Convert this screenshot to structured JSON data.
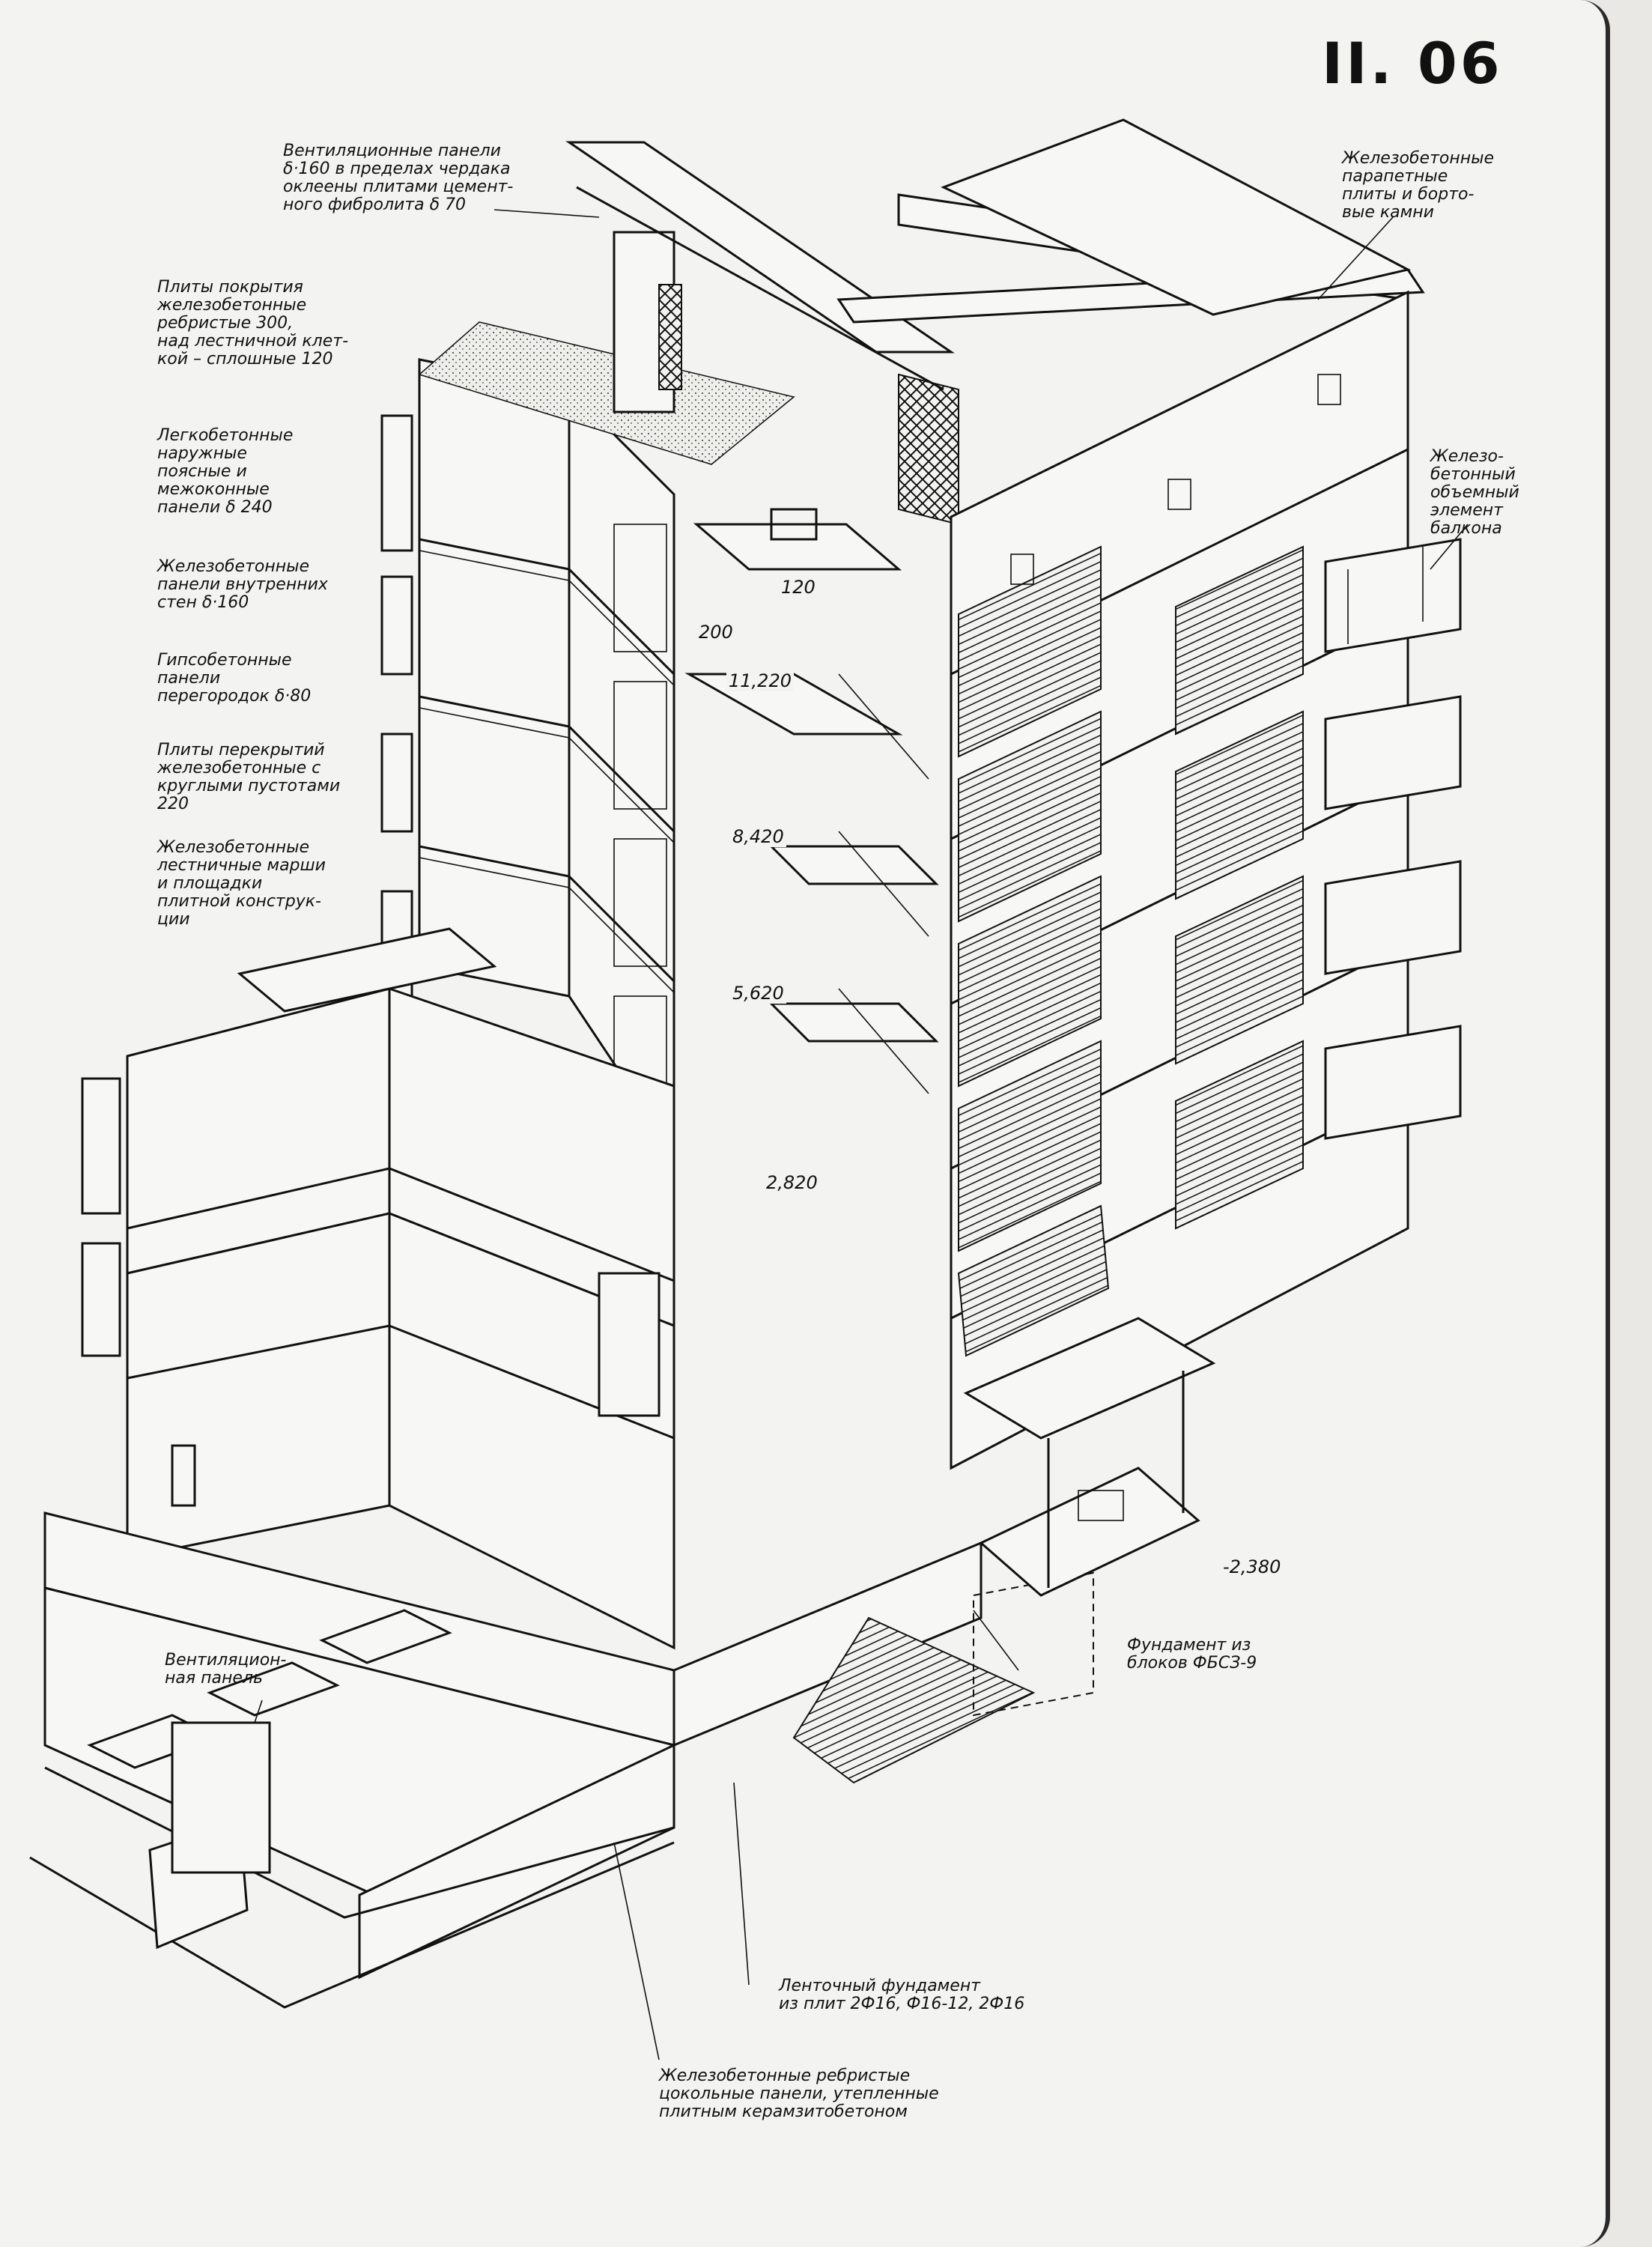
{
  "page_number": "II. 06",
  "notes": {
    "vent_panels_attic": "Вентиляционные панели\nδ·160 в пределах чердака\nоклеены плитами цемент-\nного фибролита δ 70",
    "roof_slabs": "Плиты покрытия\nжелезобетонные\nребристые 300,\nнад лестничной клет-\nкой – сплошные 120",
    "light_concrete_panels": "Легкобетонные\nнаружные\nпоясные и\nмежоконные\nпанели δ 240",
    "inner_wall_panels": "Железобетонные\nпанели внутренних\nстен δ·160",
    "gypsum_partitions": "Гипсобетонные\nпанели\nперегородок δ·80",
    "floor_slabs": "Плиты перекрытий\nжелезобетонные с\nкруглыми пустотами\n220",
    "stair_flights": "Железобетонные\nлестничные марши\nи площадки\nплитной конструк-\nции",
    "parapet_slabs": "Железобетонные\nпарапетные\nплиты и борто-\nвые камни",
    "balcony_element": "Железо-\nбетонный\nобъемный\nэлемент\nбалкона",
    "vent_panel": "Вентиляцион-\nная панель",
    "foundation_blocks": "Фундамент из\nблоков ФБСЗ-9",
    "strip_foundation": "Ленточный фундамент\nиз плит 2Ф16, Ф16-12, 2Ф16",
    "plinth_panels": "Железобетонные ребристые\nцокольные панели, утепленные\nплитным керамзитобетоном"
  },
  "dimensions": {
    "d120": "120",
    "d200": "200",
    "level_11220": "11,220",
    "level_8420": "8,420",
    "level_5620": "5,620",
    "level_2820": "2,820",
    "level_2380": "-2,380"
  }
}
